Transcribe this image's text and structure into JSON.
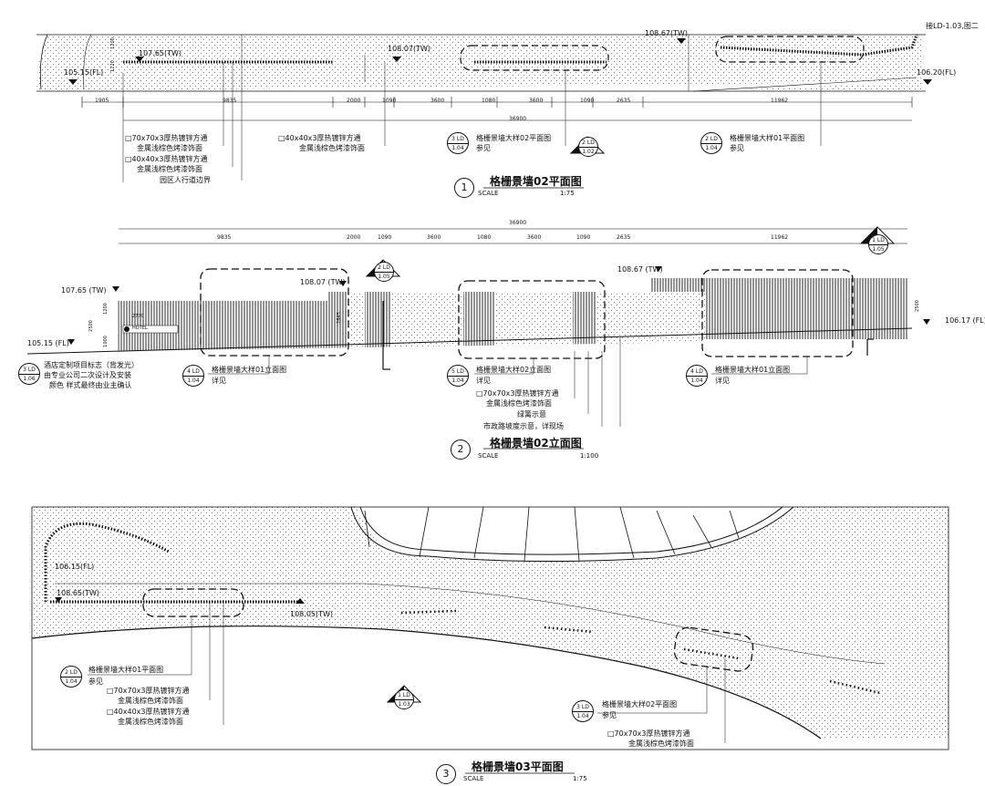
{
  "plan1": {
    "title": "格栅景墙02平面图",
    "scale_label": "SCALE",
    "scale_value": "1:75",
    "number": "1",
    "levels": {
      "l1": "107.65(TW)",
      "l2": "108.07(TW)",
      "l3": "108.67(TW)",
      "l4": "105.15(FL)",
      "l5": "106.20(FL)"
    },
    "dims": [
      "1905",
      "9835",
      "2000",
      "1090",
      "3600",
      "1080",
      "3600",
      "1090",
      "2635",
      "11962"
    ],
    "total": "36900",
    "vert_dims": [
      "1200",
      "1220"
    ],
    "ref_note": "接LD-1.03,图二",
    "notes": {
      "a1": "□70x70x3厚热镀锌方通",
      "a2": "金属浅棕色烤漆饰面",
      "a3": "□40x40x3厚热镀锌方通",
      "a4": "金属浅棕色烤漆饰面",
      "a5": "园区人行道边界",
      "b1": "□40x40x3厚热镀锌方通",
      "b2": "金属浅棕色烤漆饰面",
      "c1": "格栅景墙大样02平面图",
      "c2": "参见",
      "d1": "格栅景墙大样01平面图",
      "d2": "参见"
    },
    "refs": {
      "c_top": "3",
      "c_sub": "LD",
      "c_sheet": "1.04",
      "d_top": "2",
      "d_sub": "LD",
      "d_sheet": "1.04",
      "tri_top": "2",
      "tri_sub": "LD",
      "tri_sheet": "1.02"
    }
  },
  "elev2": {
    "title": "格栅景墙02立面图",
    "scale_label": "SCALE",
    "scale_value": "1:100",
    "number": "2",
    "total": "36900",
    "dims": [
      "9835",
      "2000",
      "1090",
      "3600",
      "1080",
      "3600",
      "1090",
      "2635",
      "11962"
    ],
    "levels": {
      "l1": "107.65  (TW)",
      "l2": "108.07  (TW)",
      "l3": "108.67  (TW)",
      "l4": "105.15  (FL)",
      "l5": "106.17  (FL)"
    },
    "vert_dims": [
      "1200",
      "1000",
      "2500",
      "2645",
      "2500"
    ],
    "hotel_dim": "2770",
    "hotel_text": "HOTEL",
    "notes": {
      "h1": "酒店定制项目标志（背发光）",
      "h2": "由专业公司二次设计及安装",
      "h3": "颜色 样式最终由业主确认",
      "e1": "格栅景墙大样01立面图",
      "e2": "详见",
      "f1": "格栅景墙大样02立面图",
      "f2": "详见",
      "f3": "□70x70x3厚热镀锌方通",
      "f4": "金属浅棕色烤漆饰面",
      "f5": "绿篱示意",
      "f6": "市政路坡度示意，详现场",
      "g1": "格栅景墙大样01立面图",
      "g2": "详见"
    },
    "refs": {
      "h_top": "3",
      "h_sub": "LD",
      "h_sheet": "1.06",
      "e_top": "4",
      "e_sub": "LD",
      "e_sheet": "1.04",
      "f_top": "5",
      "f_sub": "LD",
      "f_sheet": "1.04",
      "g_top": "4",
      "g_sub": "LD",
      "g_sheet": "1.04",
      "tri1_top": "2",
      "tri1_sub": "LD",
      "tri1_sheet": "1.05",
      "tri2_top": "1",
      "tri2_sub": "LD",
      "tri2_sheet": "1.05"
    }
  },
  "plan3": {
    "title": "格栅景墙03平面图",
    "scale_label": "SCALE",
    "scale_value": "1:75",
    "number": "3",
    "levels": {
      "l1": "106.15(FL)",
      "l2": "108.65(TW)",
      "l3": "108.05(TW)"
    },
    "notes": {
      "a1": "格栅景墙大样01平面图",
      "a2": "参见",
      "a3": "□70x70x3厚热镀锌方通",
      "a4": "金属浅棕色烤漆饰面",
      "a5": "□40x40x3厚热镀锌方通",
      "a6": "金属浅棕色烤漆饰面",
      "b1": "格栅景墙大样02平面图",
      "b2": "参见",
      "b3": "□70x70x3厚热镀锌方通",
      "b4": "金属浅棕色烤漆饰面"
    },
    "refs": {
      "a_top": "2",
      "a_sub": "LD",
      "a_sheet": "1.04",
      "b_top": "3",
      "b_sub": "LD",
      "b_sheet": "1.04",
      "tri_top": "1",
      "tri_sub": "LD",
      "tri_sheet": "1.03"
    }
  }
}
